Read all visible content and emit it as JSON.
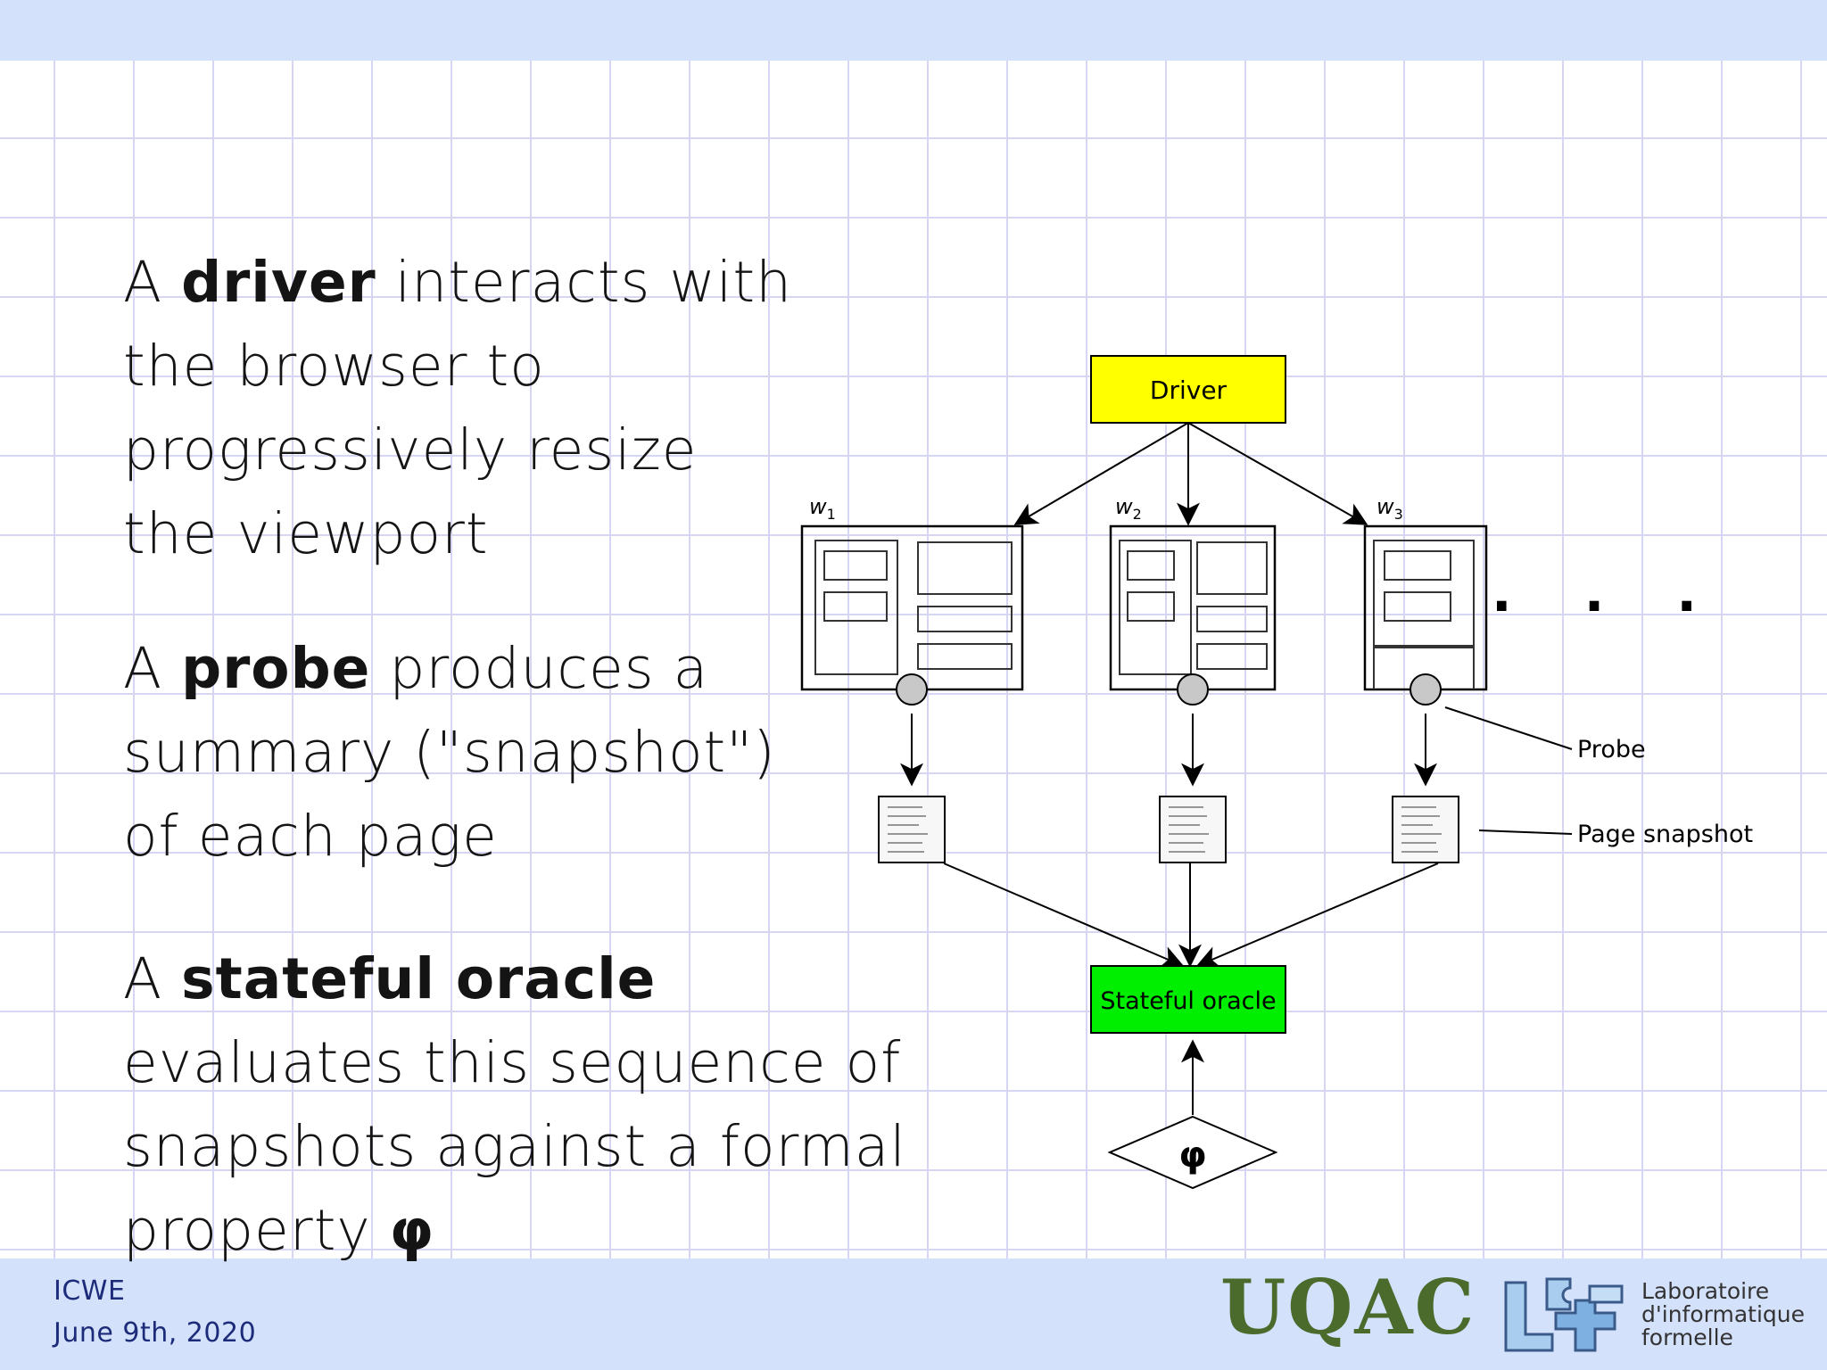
{
  "slide": {
    "p1": {
      "pre": "A ",
      "bold": "driver",
      "post": " interacts with the browser to progressively resize the viewport"
    },
    "p2": {
      "pre": "A ",
      "bold": "probe",
      "post": " produces a summary (\"snapshot\") of each page"
    },
    "p3": {
      "pre": "A ",
      "bold": "stateful oracle",
      "mid": " evaluates this sequence of snapshots against a formal property ",
      "phi": "φ"
    }
  },
  "diagram": {
    "driver_label": "Driver",
    "oracle_label": "Stateful oracle",
    "property_symbol": "φ",
    "windows": [
      {
        "label": "w",
        "sub": "1"
      },
      {
        "label": "w",
        "sub": "2"
      },
      {
        "label": "w",
        "sub": "3"
      }
    ],
    "ellipsis": ". . .",
    "probe_label": "Probe",
    "snapshot_label": "Page snapshot",
    "colors": {
      "driver": "#ffff00",
      "oracle": "#00ee00",
      "probe": "#c8c8c8"
    }
  },
  "footer": {
    "conference": "ICWE",
    "date": "June 9th, 2020",
    "uqac_logo": "UQAC",
    "lab_logo": "LIF-logo",
    "lab_line1": "Laboratoire",
    "lab_line2": "d'informatique",
    "lab_line3": "formelle"
  }
}
